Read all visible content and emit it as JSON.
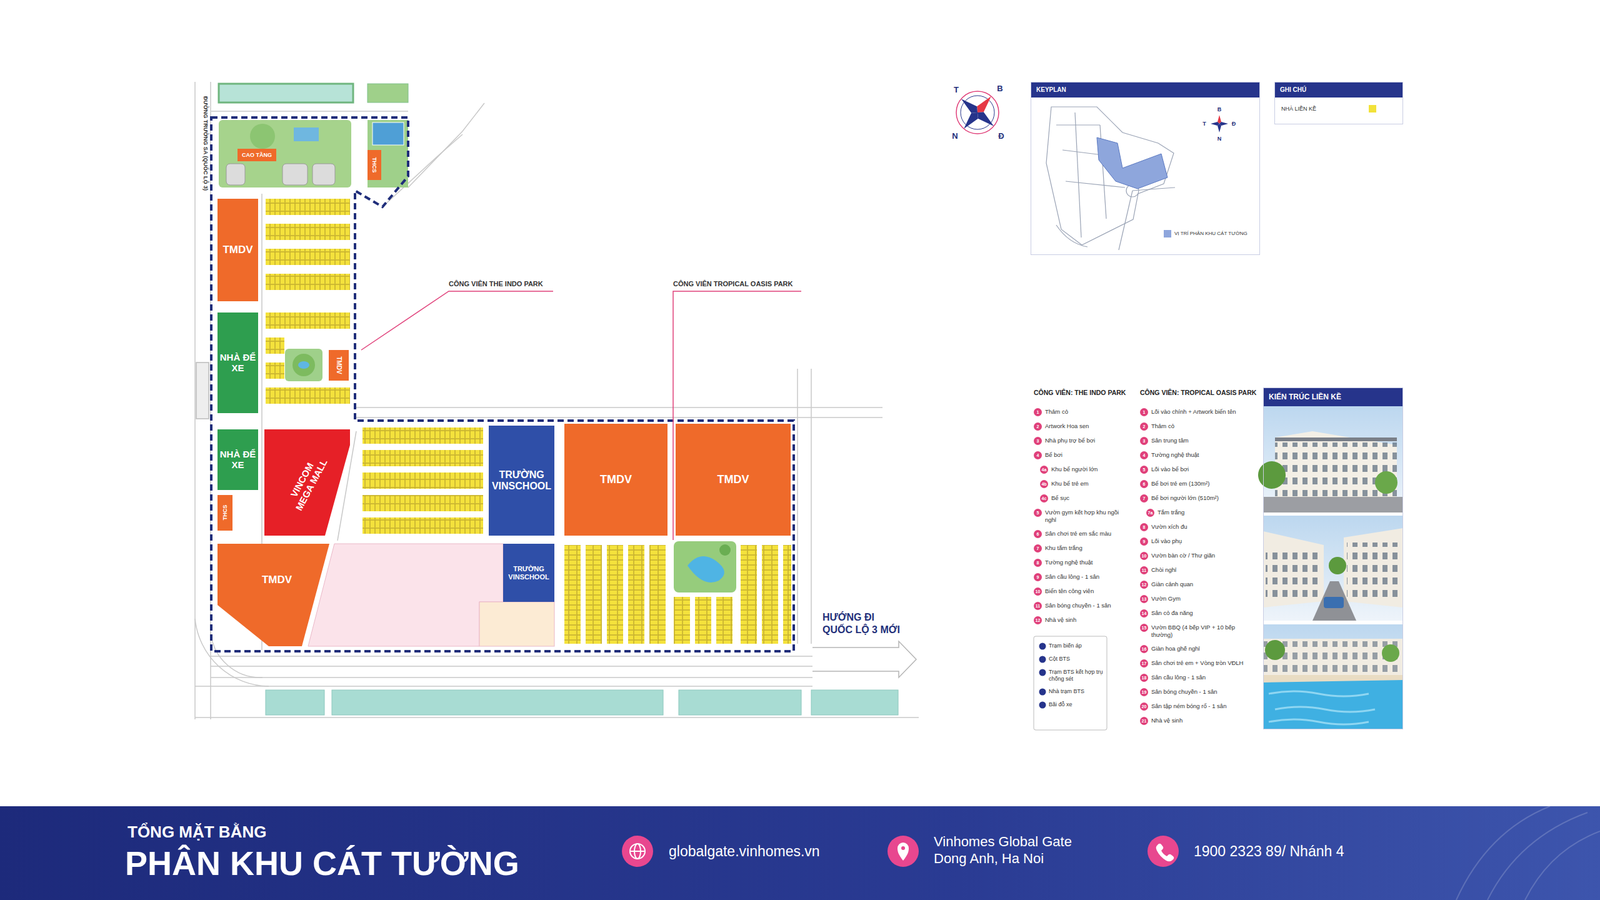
{
  "diagram": {
    "title": "PHÂN KHU CÁT TƯỜNG",
    "nodes": [
      {
        "text": [
          "CAO TẦNG"
        ]
      },
      {
        "text": [
          "THCS"
        ]
      },
      {
        "text": [
          "TMDV"
        ]
      },
      {
        "text": [
          "NHÀ ĐỂ XE"
        ]
      },
      {
        "text": [
          "TMDV"
        ]
      },
      {
        "text": [
          "NHÀ ĐỂ XE"
        ]
      },
      {
        "text": [
          "VINCOM MEGA MALL"
        ]
      },
      {
        "text": [
          "THCS"
        ]
      },
      {
        "text": [
          "TRƯỜNG VINSCHOOL"
        ]
      },
      {
        "text": [
          "TMDV"
        ]
      },
      {
        "text": [
          "TMDV"
        ]
      },
      {
        "text": [
          "TMDV"
        ]
      },
      {
        "text": [
          "TRƯỜNG VINSCHOOL"
        ]
      },
      {
        "text": [
          "KEYPLAN"
        ]
      },
      {
        "text": [
          "GHI CHÚ"
        ]
      },
      {
        "text": [
          "KIẾN TRÚC LIỀN KỀ"
        ]
      }
    ],
    "labels": [
      "TỔNG MẶT BẰNG",
      "globalgate.vinhomes.vn",
      "Vinhomes Global Gate Dong Anh, Ha Noi",
      "1900 2323 89/ Nhánh 4",
      "CÔNG VIÊN THE INDO PARK",
      "CÔNG VIÊN TROPICAL OASIS PARK",
      "HƯỚNG ĐI QUỐC LỘ 3 MỚI",
      "ĐƯỜNG TRƯỜNG SA (QUỐC LỘ 3)",
      "T",
      "B",
      "N",
      "Đ",
      "B",
      "Đ",
      "N",
      "T",
      "CÔNG VIÊN: THE INDO PARK",
      "CÔNG VIÊN: TROPICAL OASIS PARK",
      "1",
      "2",
      "3",
      "4",
      "4a",
      "4b",
      "4c",
      "5",
      "6",
      "7",
      "8",
      "9",
      "10",
      "11",
      "12",
      "1",
      "2",
      "3",
      "4",
      "5",
      "6",
      "7",
      "7a",
      "8",
      "9",
      "10",
      "11",
      "12",
      "13",
      "14",
      "15",
      "16",
      "17",
      "18",
      "19",
      "20",
      "21"
    ],
    "legend": [
      {
        "text": "NHÀ LIỀN KỀ",
        "color": "#f2e23a"
      },
      {
        "text": "VỊ TRÍ PHÂN KHU CÁT TƯỜNG",
        "color": "#8ea6dc"
      },
      {
        "text": "Thảm cỏ",
        "color": "#e0407a"
      },
      {
        "text": "Artwork Hoa sen",
        "color": "#e0407a"
      },
      {
        "text": "Nhà phụ trợ bể bơi",
        "color": "#e0407a"
      },
      {
        "text": "Bể bơi",
        "color": "#e0407a"
      },
      {
        "text": "Khu bể người lớn",
        "color": "#e0407a"
      },
      {
        "text": "Khu bể trẻ em",
        "color": "#e0407a"
      },
      {
        "text": "Bể sục",
        "color": "#e0407a"
      },
      {
        "text": "Vườn gym kết hợp khu ngồi nghỉ",
        "color": "#e0407a"
      },
      {
        "text": "Sân chơi trẻ em sắc màu",
        "color": "#e0407a"
      },
      {
        "text": "Khu tắm trắng",
        "color": "#e0407a"
      },
      {
        "text": "Tường nghệ thuật",
        "color": "#e0407a"
      },
      {
        "text": "Sân cầu lông - 1 sân",
        "color": "#e0407a"
      },
      {
        "text": "Biển tên công viên",
        "color": "#e0407a"
      },
      {
        "text": "Sân bóng chuyền - 1 sân",
        "color": "#e0407a"
      },
      {
        "text": "Nhà vệ sinh",
        "color": "#e0407a"
      },
      {
        "text": "Trạm biến áp"
      },
      {
        "text": "Cột BTS"
      },
      {
        "text": "Trạm BTS kết hợp trụ chống sét"
      },
      {
        "text": "Nhà trạm BTS"
      },
      {
        "text": "Bãi đỗ xe"
      },
      {
        "text": "Lối vào chính + Artwork biển tên",
        "color": "#e0407a"
      },
      {
        "text": "Thảm cỏ",
        "color": "#e0407a"
      },
      {
        "text": "Sân trung tâm",
        "color": "#e0407a"
      },
      {
        "text": "Tường nghệ thuật",
        "color": "#e0407a"
      },
      {
        "text": "Lối vào bể bơi",
        "color": "#e0407a"
      },
      {
        "text": "Bể bơi trẻ em (130m²)",
        "color": "#e0407a"
      },
      {
        "text": "Bể bơi người lớn (510m²)",
        "color": "#e0407a"
      },
      {
        "text": "Tắm trắng",
        "color": "#e0407a"
      },
      {
        "text": "Vườn xích đu",
        "color": "#e0407a"
      },
      {
        "text": "Lối vào phụ",
        "color": "#e0407a"
      },
      {
        "text": "Vườn bàn cờ / Thư giãn",
        "color": "#e0407a"
      },
      {
        "text": "Chòi nghỉ",
        "color": "#e0407a"
      },
      {
        "text": "Giàn cảnh quan",
        "color": "#e0407a"
      },
      {
        "text": "Vườn Gym",
        "color": "#e0407a"
      },
      {
        "text": "Sân cỏ đa năng",
        "color": "#e0407a"
      },
      {
        "text": "Vườn BBQ (4 bếp VIP + 10 bếp thường)",
        "color": "#e0407a"
      },
      {
        "text": "Giàn hoa ghế nghỉ",
        "color": "#e0407a"
      },
      {
        "text": "Sân chơi trẻ em + Vòng tròn VĐLH",
        "color": "#e0407a"
      },
      {
        "text": "Sân cầu lông - 1 sân",
        "color": "#e0407a"
      },
      {
        "text": "Sân bóng chuyền - 1 sân",
        "color": "#e0407a"
      },
      {
        "text": "Sân tập ném bóng rổ - 1 sân",
        "color": "#e0407a"
      },
      {
        "text": "Nhà vệ sinh",
        "color": "#e0407a"
      }
    ]
  }
}
